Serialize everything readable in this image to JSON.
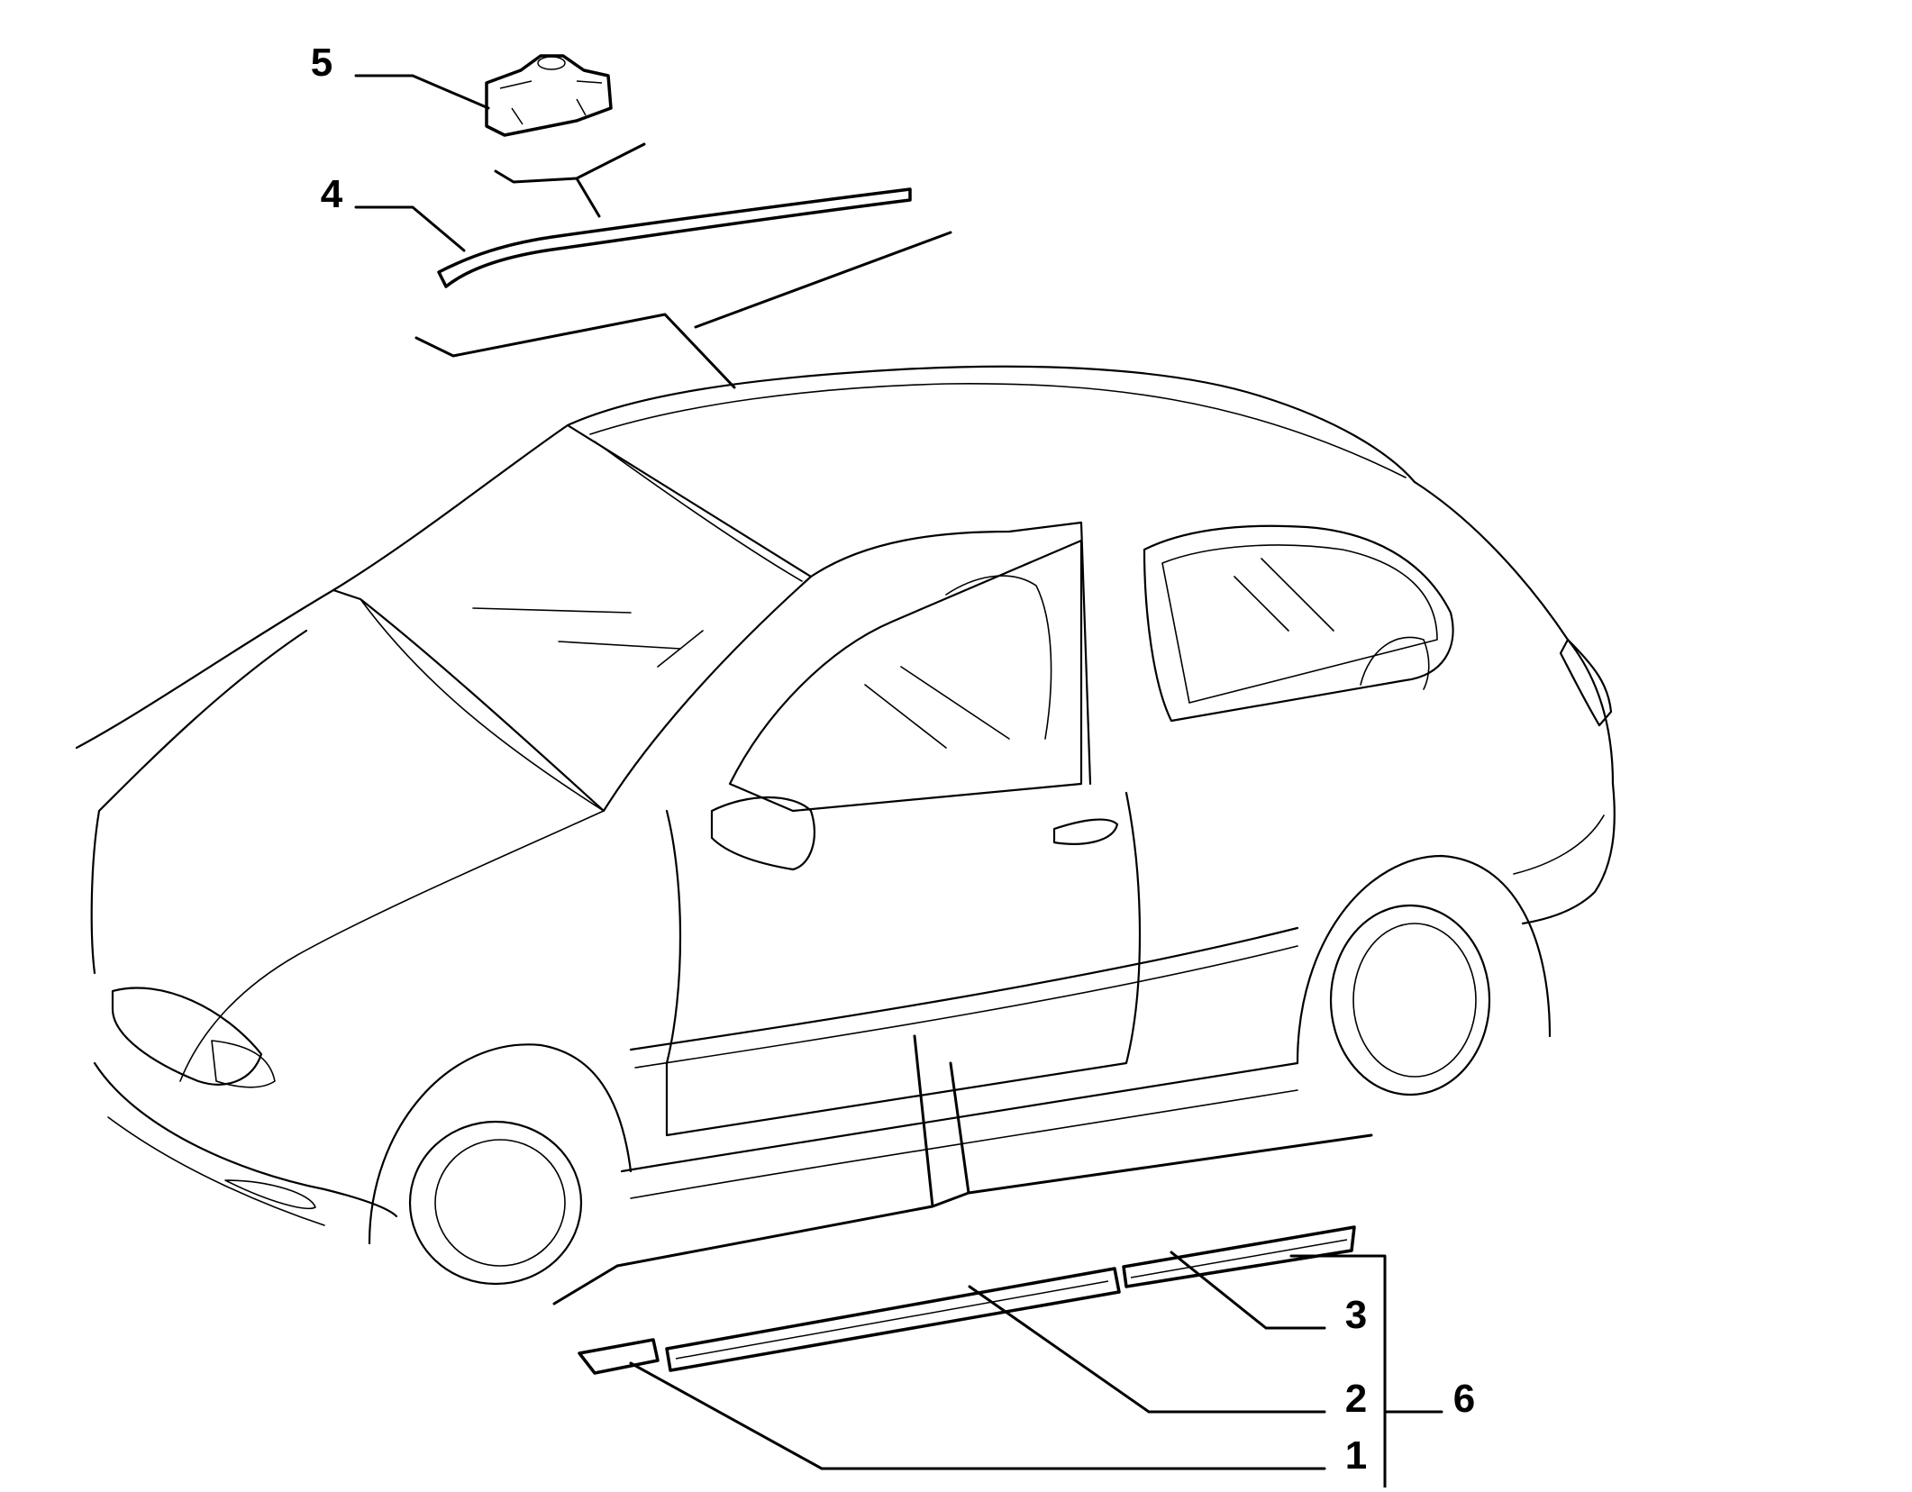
{
  "callouts": [
    {
      "id": "1",
      "label": "1"
    },
    {
      "id": "2",
      "label": "2"
    },
    {
      "id": "3",
      "label": "3"
    },
    {
      "id": "4",
      "label": "4"
    },
    {
      "id": "5",
      "label": "5"
    },
    {
      "id": "6",
      "label": "6"
    }
  ],
  "colors": {
    "ink": "#000000",
    "background": "#ffffff"
  }
}
